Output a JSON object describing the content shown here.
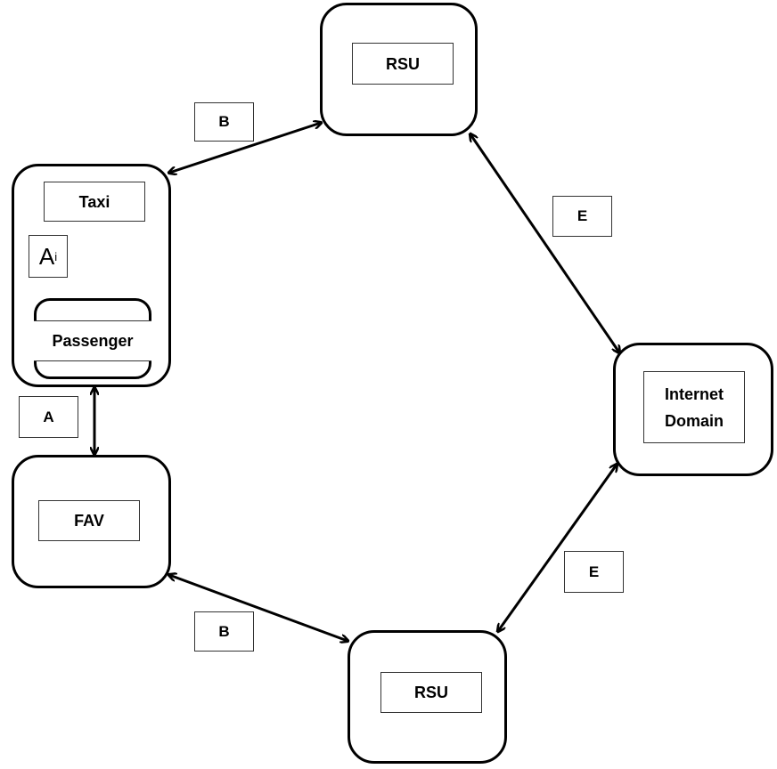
{
  "nodes": {
    "rsu_top": {
      "label": "RSU"
    },
    "rsu_bottom": {
      "label": "RSU"
    },
    "internet": {
      "line1": "Internet",
      "line2": "Domain"
    },
    "taxi": {
      "label": "Taxi"
    },
    "passenger": {
      "label": "Passenger"
    },
    "fav": {
      "label": "FAV"
    }
  },
  "edge_labels": {
    "taxi_rsu": "B",
    "fav_rsu": "B",
    "rsu_internet": "E",
    "internet_rsu": "E",
    "taxi_fav": "A",
    "taxi_passenger_main": "A",
    "taxi_passenger_sub": "i"
  }
}
